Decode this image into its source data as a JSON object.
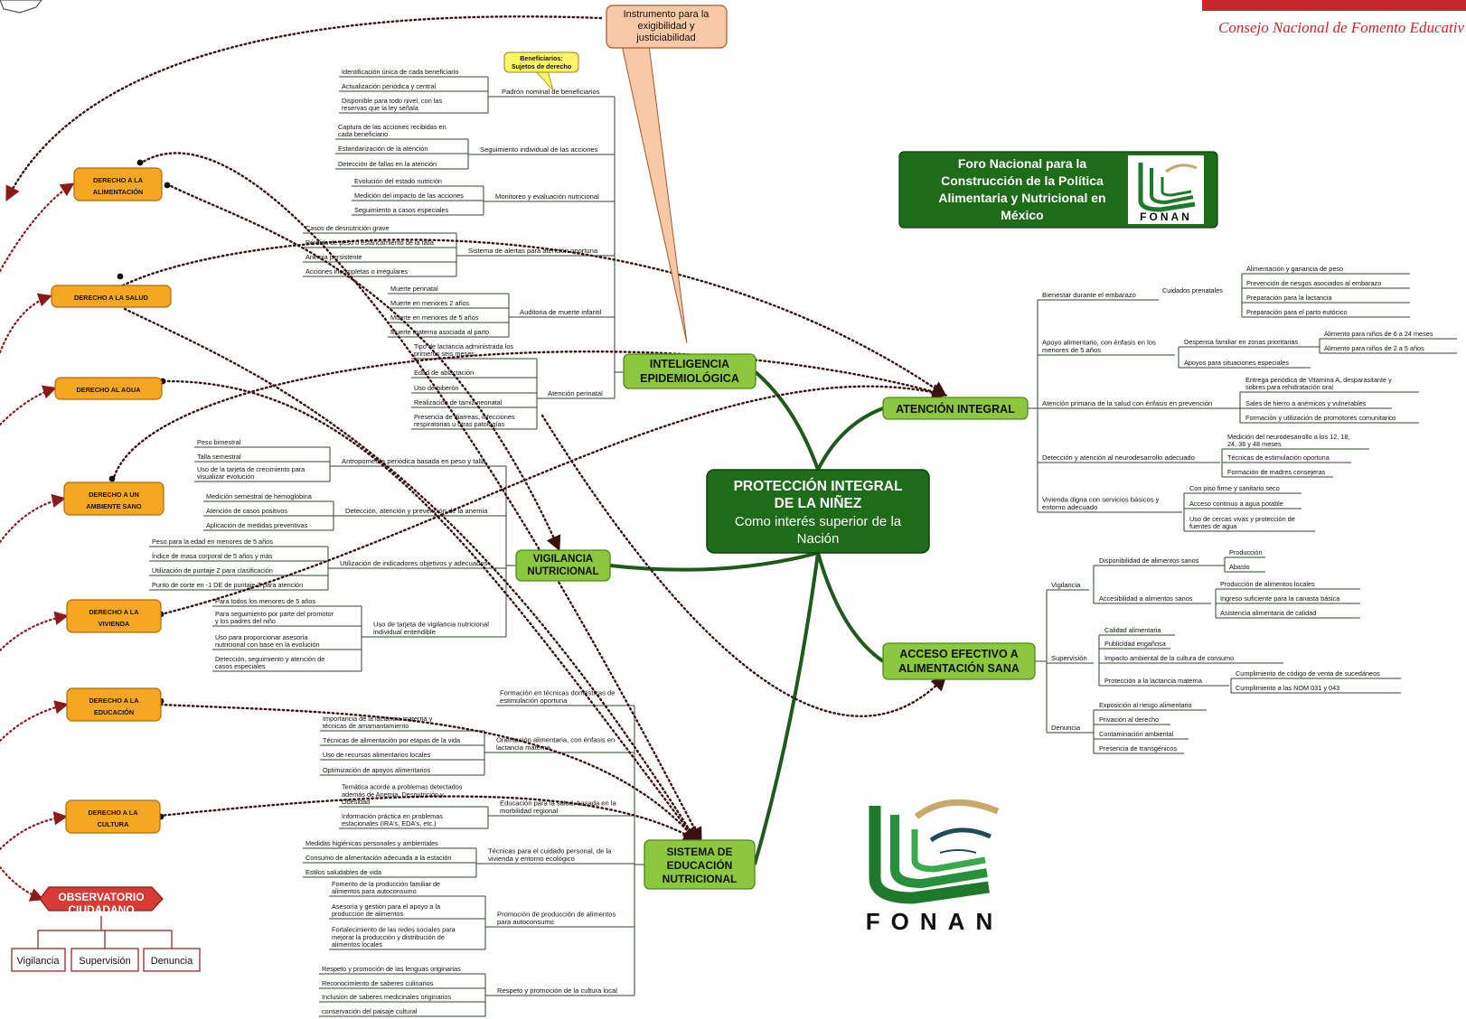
{
  "header": {
    "org_subtitle": "Consejo Nacional de Fomento Educativ"
  },
  "fonan_card": {
    "title_lines": [
      "Foro Nacional para la",
      "Construcción de la Política",
      "Alimentaria y Nutricional en",
      "México"
    ],
    "logo_text": "FONAN"
  },
  "big_logo_text": "FONAN",
  "callouts": {
    "instrument": [
      "Instrumento para la",
      "exigibilidad y",
      "justiciabilidad"
    ],
    "beneficiaries": [
      "Beneficiarios:",
      "Sujetos de derecho"
    ]
  },
  "central": {
    "title_lines": [
      "PROTECCIÓN  INTEGRAL",
      "DE LA NIÑEZ"
    ],
    "subtitle_lines": [
      "Como interés superior de la",
      "Nación"
    ]
  },
  "rights": [
    [
      "DERECHO A LA",
      "ALIMENTACIÓN"
    ],
    [
      "DERECHO A LA SALUD"
    ],
    [
      "DERECHO AL AGUA"
    ],
    [
      "DERECHO A UN",
      "AMBIENTE SANO"
    ],
    [
      "DERECHO A LA",
      "VIVIENDA"
    ],
    [
      "DERECHO A LA",
      "EDUCACIÓN"
    ],
    [
      "DERECHO A LA",
      "CULTURA"
    ]
  ],
  "observatory": {
    "title": [
      "OBSERVATORIO",
      "CIUDADANO"
    ],
    "children": [
      "Vigilancia",
      "Supervisión",
      "Denuncia"
    ]
  },
  "pillars": {
    "epi": [
      "INTELIGENCIA",
      "EPIDEMIOLÓGICA"
    ],
    "vig": [
      "VIGILANCIA",
      "NUTRICIONAL"
    ],
    "sen": [
      "SISTEMA DE",
      "EDUCACIÓN",
      "NUTRICIONAL"
    ],
    "ai": [
      "ATENCIÓN INTEGRAL"
    ],
    "acc": [
      "ACCESO EFECTIVO A",
      "ALIMENTACIÓN SANA"
    ]
  },
  "epi_groups": [
    {
      "label": [
        "Padrón nominal de beneficiarios"
      ],
      "items": [
        [
          "Identificación única de cada beneficiario"
        ],
        [
          "Actualización periódica y central"
        ],
        [
          "Disponible para todo nivel, con las",
          "reservas que la ley señala"
        ]
      ]
    },
    {
      "label": [
        "Seguimiento individual de las acciones"
      ],
      "items": [
        [
          "Captura de las acciones recibidas en",
          "cada beneficiario"
        ],
        [
          "Estandarización de la atención"
        ],
        [
          "Detección de fallas en la atención"
        ]
      ]
    },
    {
      "label": [
        "Monitoreo y evaluación nutricional"
      ],
      "items": [
        [
          "Evolución del estado nutrición"
        ],
        [
          "Medición del impacto de las acciones"
        ],
        [
          "Seguimiento a casos especiales"
        ]
      ]
    },
    {
      "label": [
        "Sistema de alertas para atención oportuna"
      ],
      "items": [
        [
          "Casos de desnutrición grave"
        ],
        [
          "Pérdida de peso o estancamiento de la talla"
        ],
        [
          "Anemia persistente"
        ],
        [
          "Acciones incompletas o irregulares"
        ]
      ]
    },
    {
      "label": [
        "Auditoria de muerte infantil"
      ],
      "items": [
        [
          "Muerte perinatal"
        ],
        [
          "Muerte en menores 2 años"
        ],
        [
          "Muerte en menores de 5 años"
        ],
        [
          "Muerte materna asociada al parto"
        ]
      ]
    },
    {
      "label": [
        "Atención perinatal"
      ],
      "items": [
        [
          "Tipo de lactancia administrada los",
          "primeros seis meses"
        ],
        [
          "Edad de ablactación"
        ],
        [
          "Uso de biberón"
        ],
        [
          "Realización de tamiz neonatal"
        ],
        [
          "Presencia de diarreas, infecciones",
          "respiratorias u otras patologías"
        ]
      ]
    }
  ],
  "vig_groups": [
    {
      "label": [
        "Antropometría periódica basada en peso y talla"
      ],
      "items": [
        [
          "Peso bimestral"
        ],
        [
          "Talla semestral"
        ],
        [
          "Uso de la tarjeta de crecimiento para",
          "visualizar evolución"
        ]
      ]
    },
    {
      "label": [
        "Detección, atención y prevención de la anemia"
      ],
      "items": [
        [
          "Medición semestral de hemoglobina"
        ],
        [
          "Atención de casos positivos"
        ],
        [
          "Aplicación de medidas preventivas"
        ]
      ]
    },
    {
      "label": [
        "Utilización de indicadores objetivos y adecuados"
      ],
      "items": [
        [
          "Peso para la edad en menores de 5 años"
        ],
        [
          "Índice de masa corporal de 5 años y más"
        ],
        [
          "Utilización de puntaje Z para clasificación"
        ],
        [
          "Punto de corte en -1 DE de puntaje Z para atención"
        ]
      ]
    },
    {
      "label": [
        "Uso de tarjeta de vigilancia nutricional",
        "individual entendible"
      ],
      "items": [
        [
          "Para todos los menores de 5 años"
        ],
        [
          "Para seguimiento  por parte del promotor",
          "y los padres del niño"
        ],
        [
          "Uso para proporcionar asesoría",
          "nutricional con base en la evolución"
        ],
        [
          "Detección, seguimiento y atención de",
          "casos especiales"
        ]
      ]
    }
  ],
  "sen_groups": [
    {
      "label": [
        "Formación en técnicas domésticas de",
        "estimulación oportuna"
      ],
      "items": []
    },
    {
      "label": [
        "Orientación alimentaria, con énfasis en",
        "lactancia materna"
      ],
      "items": [
        [
          "Importancia de la lactancia materna y",
          "técnicas de amamantamiento"
        ],
        [
          "Técnicas de alimentación por etapas de la vida"
        ],
        [
          "Uso de recursos alimentarios locales"
        ],
        [
          "Optimización de apoyos alimentarios"
        ]
      ]
    },
    {
      "label": [
        "Educación para la salud, basada en la",
        "morbilidad regional"
      ],
      "items": [
        [
          "Temática acorde a problemas detectados",
          "además de Anemia, Desnutrición y",
          "Obesidad"
        ],
        [
          "Información práctica en problemas",
          "estacionales (IRA's, EDA's, etc.)"
        ]
      ]
    },
    {
      "label": [
        "Técnicas  para el cuidado personal, de la",
        "vivienda y entorno ecológico"
      ],
      "items": [
        [
          "Medidas higiénicas personales y ambientales"
        ],
        [
          "Consumo de alimentación adecuada a la estación"
        ],
        [
          "Estilos saludables de vida"
        ]
      ]
    },
    {
      "label": [
        "Promoción de producción de alimentos",
        "para autoconsumo"
      ],
      "items": [
        [
          "Fomento de la producción familiar de",
          "alimentos para autoconsumo"
        ],
        [
          "Asesoría y gestión para el apoyo a la",
          "producción de alimentos"
        ],
        [
          "Fortalecimiento de las redes sociales para",
          "mejorar la producción y distribución de",
          "alimentos locales"
        ]
      ]
    },
    {
      "label": [
        "Respeto y promoción de la cultura local"
      ],
      "items": [
        [
          "Respeto y promoción de las lenguas originarias"
        ],
        [
          "Reconocimiento de saberes culinarios"
        ],
        [
          "Inclusión de saberes medicinales originarios"
        ],
        [
          "conservación del paisaje cultural"
        ]
      ]
    }
  ],
  "ai_groups": [
    {
      "label": [
        "Bienestar durante el embarazo"
      ],
      "sub": [
        {
          "label": [
            "Cuidados prenatales"
          ],
          "items": [
            [
              "Alimentación y ganancia de peso"
            ],
            [
              "Prevención de riesgos asociados al embarazo"
            ],
            [
              "Preparación para la lactancia"
            ],
            [
              "Preparación para el parto eutócico"
            ]
          ]
        }
      ]
    },
    {
      "label": [
        "Apoyo alimentario, con énfasis en los",
        "menores de 5 años"
      ],
      "sub": [
        {
          "label": [
            "Despensa familiar en zonas prioritarias"
          ],
          "items": [
            [
              "Alimento para niños de 6 a 24 meses"
            ],
            [
              "Alimento para niños de 2 a 5 años"
            ]
          ]
        },
        {
          "label": [
            "Apoyos para situaciones especiales"
          ],
          "items": []
        }
      ]
    },
    {
      "label": [
        "Atención primaria de la salud con énfasis en prevención"
      ],
      "sub": [
        {
          "label": [
            "Entrega periódica de Vitamina A, desparasitante y",
            "sobres para rehidratación oral"
          ],
          "items": []
        },
        {
          "label": [
            "Sales de hierro a anémicos y vulnerables"
          ],
          "items": []
        },
        {
          "label": [
            "Formación y utilización de promotores comunitarios"
          ],
          "items": []
        }
      ]
    },
    {
      "label": [
        "Detección y atención al neurodesarrollo adecuado"
      ],
      "sub": [
        {
          "label": [
            "Medición del neurodesarrollo a los 12, 18,",
            "24, 36 y 48 meses"
          ],
          "items": []
        },
        {
          "label": [
            "Técnicas de estimulación oportuna"
          ],
          "items": []
        },
        {
          "label": [
            "Formación de madres consejeras"
          ],
          "items": []
        }
      ]
    },
    {
      "label": [
        "Vivienda digna con servicios básicos y",
        "entorno adecuado"
      ],
      "sub": [
        {
          "label": [
            "Con piso firme y sanitario seco"
          ],
          "items": []
        },
        {
          "label": [
            "Acceso continuo a agua potable"
          ],
          "items": []
        },
        {
          "label": [
            "Uso de cercas vivas y protección de",
            "fuentes de agua"
          ],
          "items": []
        }
      ]
    }
  ],
  "acc_groups": [
    {
      "label": [
        "Vigilancia"
      ],
      "sub": [
        {
          "label": [
            "Disponibilidad de alimentos sanos"
          ],
          "items": [
            [
              "Producción"
            ],
            [
              "Abasto"
            ]
          ]
        },
        {
          "label": [
            "Accesibilidad a alimentos sanos"
          ],
          "items": [
            [
              "Producción de alimentos locales"
            ],
            [
              "Ingreso suficiente para la canasta básica"
            ],
            [
              "Asistencia alimentaria de calidad"
            ]
          ]
        }
      ]
    },
    {
      "label": [
        "Supervisión"
      ],
      "sub": [
        {
          "label": [
            "Calidad alimentaria"
          ],
          "items": []
        },
        {
          "label": [
            "Publicidad engañosa"
          ],
          "items": []
        },
        {
          "label": [
            "Impacto ambiental de la cultura de consumo"
          ],
          "items": []
        },
        {
          "label": [
            "Protección a la lactancia materna"
          ],
          "items": [
            [
              "Cumplimiento de código de venta de sucedáneos"
            ],
            [
              "Cumplimiento a las NOM 031 y 043"
            ]
          ]
        }
      ]
    },
    {
      "label": [
        "Denuncia"
      ],
      "sub": [
        {
          "label": [
            "Exposición al riesgo alimentario"
          ],
          "items": []
        },
        {
          "label": [
            "Privación al derecho"
          ],
          "items": []
        },
        {
          "label": [
            "Contaminación ambiental"
          ],
          "items": []
        },
        {
          "label": [
            "Presencia de transgénicos"
          ],
          "items": []
        }
      ]
    }
  ],
  "colors": {
    "dark_green": "#1e6b1a",
    "light_green": "#8dc63f",
    "orange": "#f5a623",
    "red": "#d83a34",
    "salmon": "#f8c9a6",
    "arrow": "#6b1f1f",
    "header_red": "#c8282d"
  }
}
